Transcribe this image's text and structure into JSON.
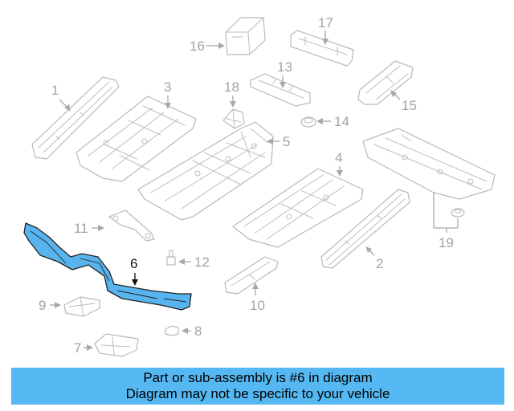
{
  "diagram": {
    "highlighted_part": "6",
    "callouts": {
      "c1": "1",
      "c2": "2",
      "c3": "3",
      "c4": "4",
      "c5": "5",
      "c6": "6",
      "c7": "7",
      "c8": "8",
      "c9": "9",
      "c10": "10",
      "c11": "11",
      "c12": "12",
      "c13": "13",
      "c14": "14",
      "c15": "15",
      "c16": "16",
      "c17": "17",
      "c18": "18",
      "c19": "19"
    },
    "colors": {
      "highlight": "#58b4ee",
      "parts": "#b9b9b9",
      "banner": "#55b8f2"
    }
  },
  "banner": {
    "line1": "Part or sub-assembly is #6 in diagram",
    "line2": "Diagram may not be specific to your vehicle"
  }
}
